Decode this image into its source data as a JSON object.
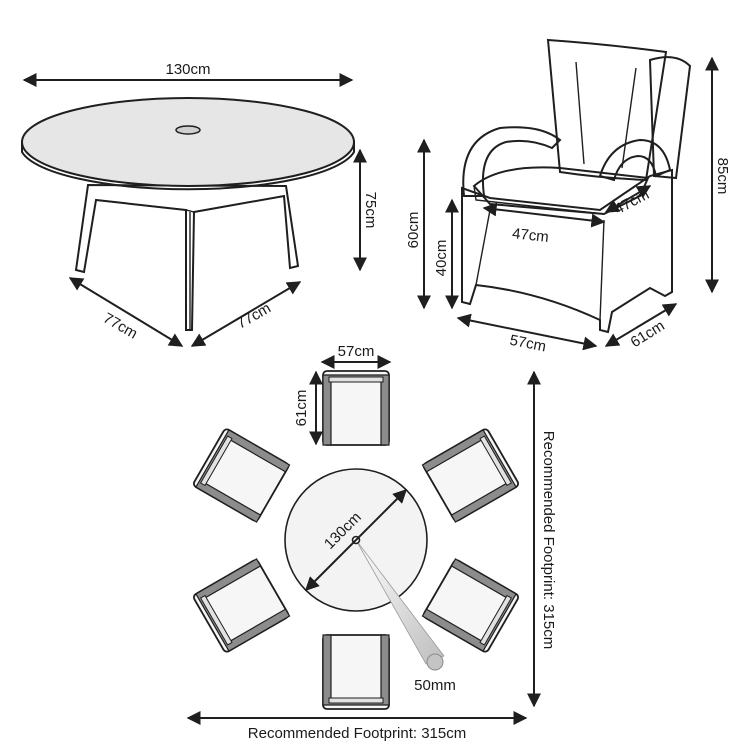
{
  "table": {
    "diameter": "130cm",
    "height": "75cm",
    "base_left": "77cm",
    "base_right": "77cm"
  },
  "chair": {
    "arm_height": "60cm",
    "seat_height": "40cm",
    "total_height": "85cm",
    "seat_width": "47cm",
    "seat_depth": "47cm",
    "width": "57cm",
    "depth": "61cm"
  },
  "plan": {
    "chair_width": "57cm",
    "chair_depth": "61cm",
    "table_diameter": "130cm",
    "parasol_hole": "50mm",
    "footprint_horizontal": "Recommended Footprint: 315cm",
    "footprint_vertical": "Recommended Footprint: 315cm"
  },
  "colors": {
    "line": "#1f1f1f",
    "fill_light": "#f2f2f2",
    "fill_mid": "#d9d9d9",
    "fill_dark": "#8c8c8c"
  }
}
